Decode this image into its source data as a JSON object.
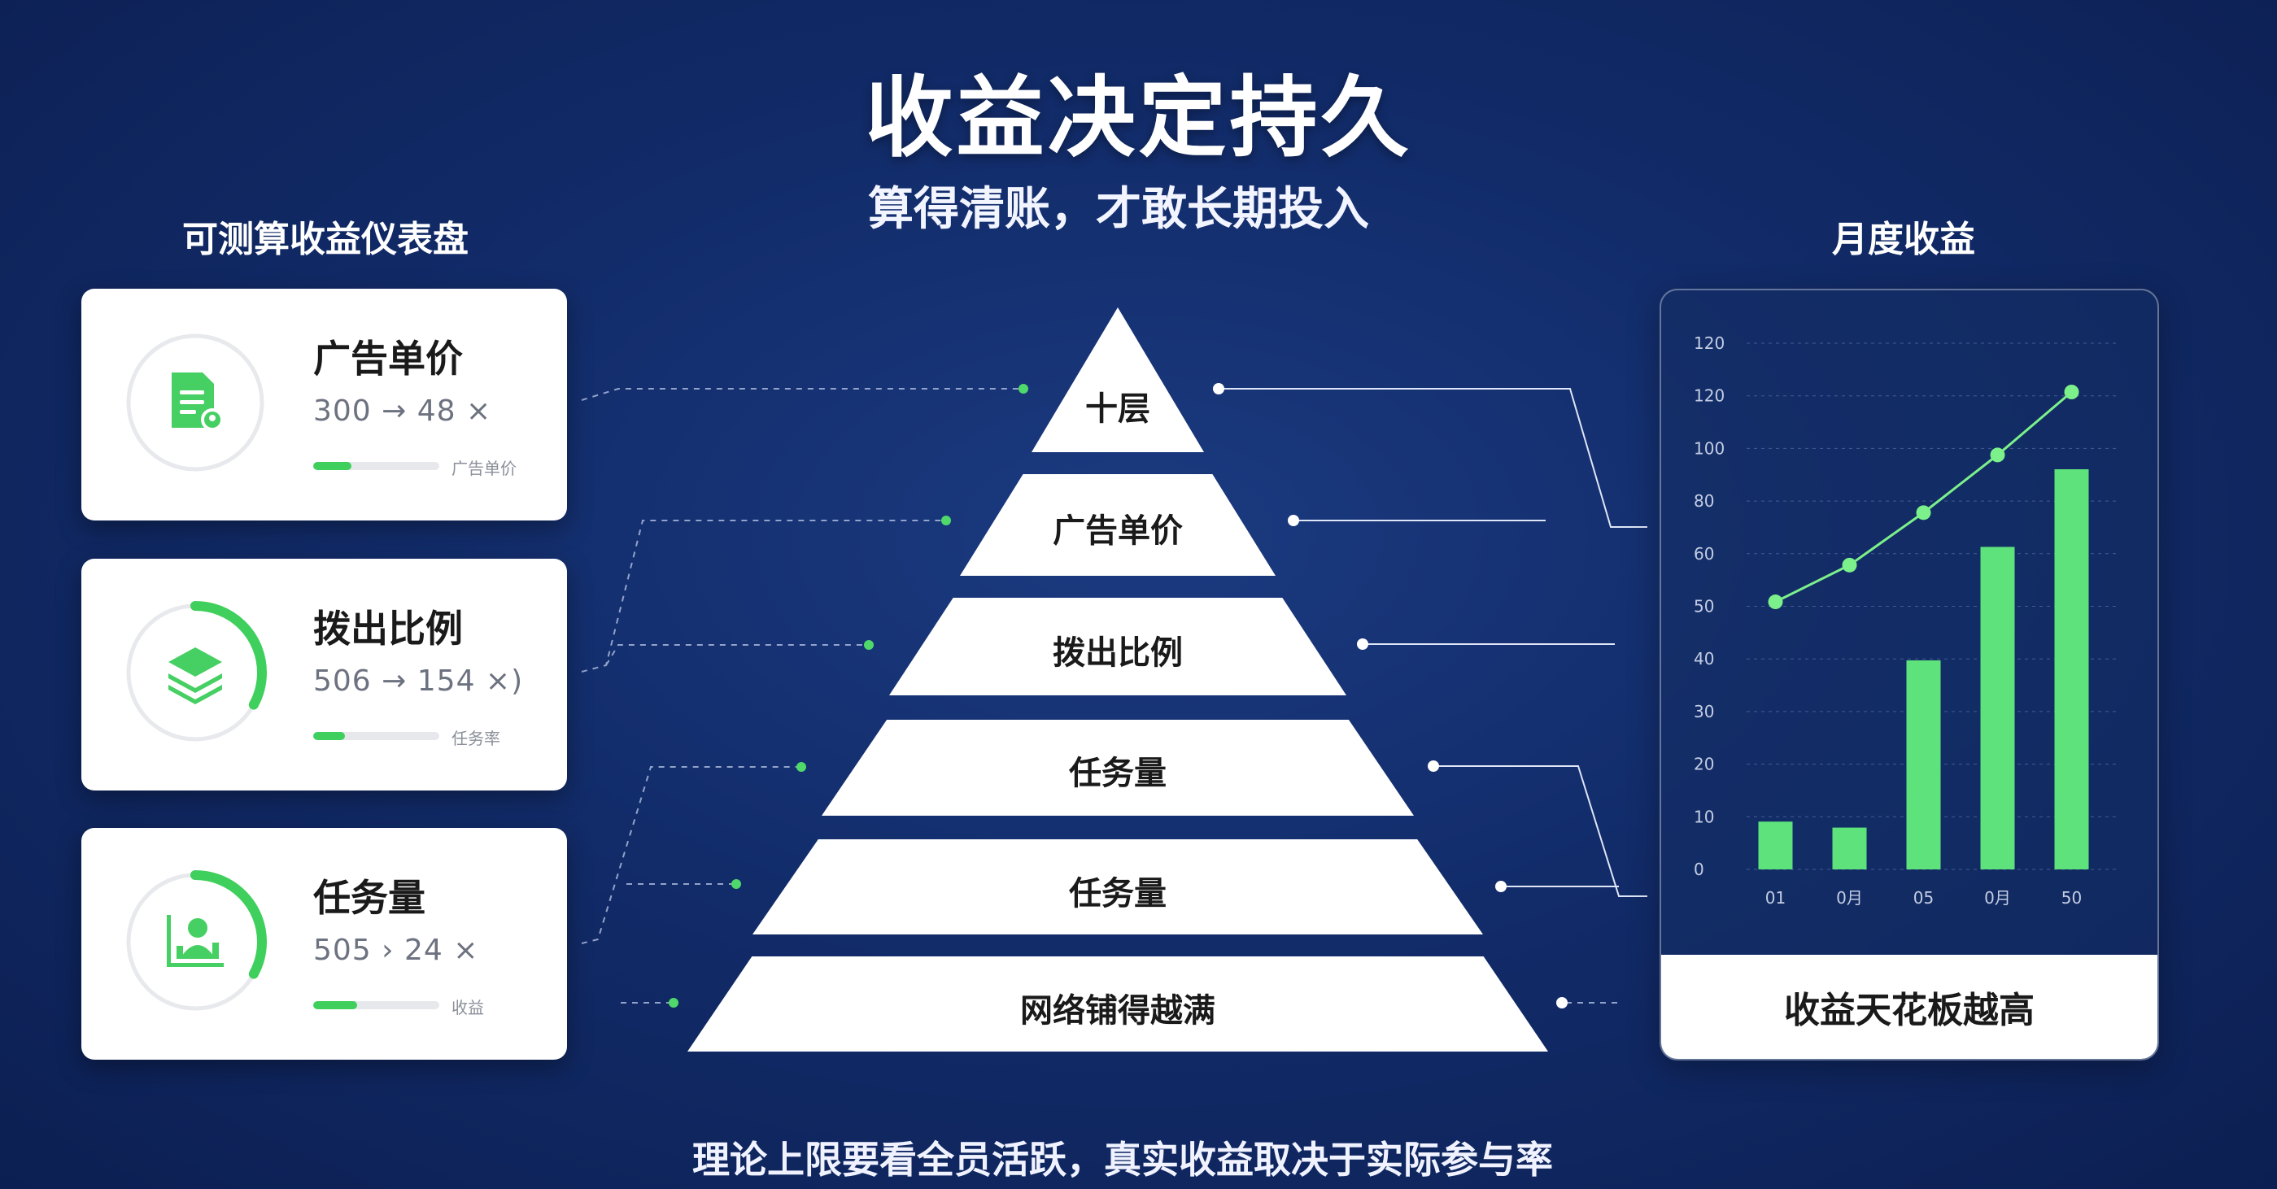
{
  "title": "收益决定持久",
  "subtitle": "算得清账，才敢长期投入",
  "left_heading": "可测算收益仪表盘",
  "right_heading": "月度收益",
  "footer": "理论上限要看全员活跃，真实收益取决于实际参与率",
  "cards": [
    {
      "title": "广告单价",
      "metric": "300 → 48 ×",
      "caption": "广告单价",
      "icon": "document-badge-icon",
      "progress": 0.3,
      "ring": 0
    },
    {
      "title": "拨出比例",
      "metric": "506 → 154 ×)",
      "caption": "任务率",
      "icon": "layers-icon",
      "progress": 0.25,
      "ring": 0.33
    },
    {
      "title": "任务量",
      "metric": "505 › 24 ×",
      "caption": "收益",
      "icon": "person-chart-icon",
      "progress": 0.35,
      "ring": 0.33
    }
  ],
  "pyramid": [
    "十层",
    "广告单价",
    "拨出比例",
    "任务量",
    "任务量",
    "网络铺得越满"
  ],
  "chart_data": {
    "type": "bar",
    "categories": [
      "01",
      "0月",
      "05",
      "0月",
      "50"
    ],
    "values": [
      8,
      7,
      35,
      54,
      67
    ],
    "line_values": [
      51,
      58,
      68,
      79,
      91
    ],
    "y_tick_labels": [
      "0",
      "10",
      "20",
      "30",
      "40",
      "50",
      "60",
      "80",
      "100",
      "120",
      "120"
    ],
    "bar_color": "#5ee37c",
    "line_color": "#7cf08a",
    "caption": "收益天花板越高"
  },
  "colors": {
    "accent": "#3fcf5c",
    "background": "#122c6a"
  }
}
